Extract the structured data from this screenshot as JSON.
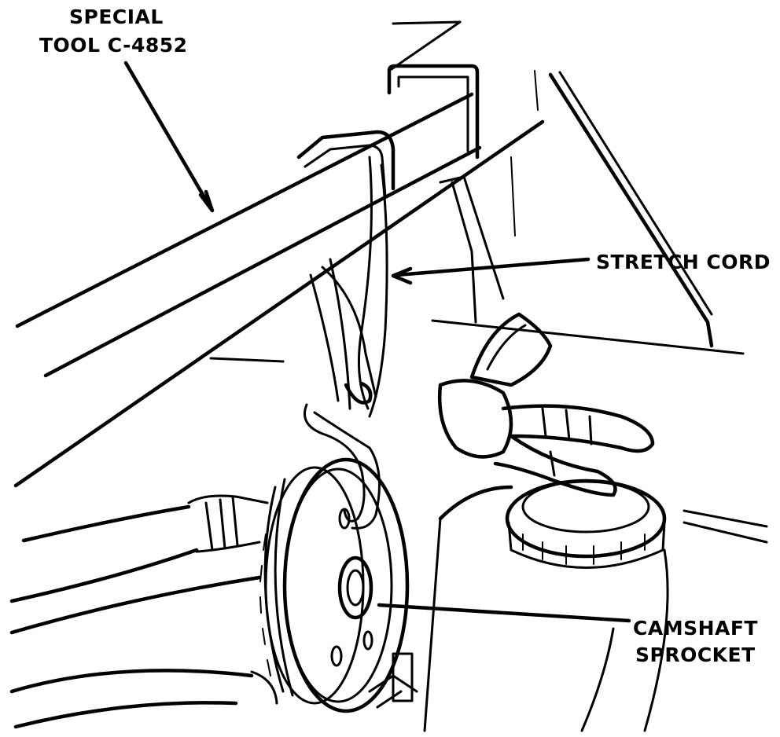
{
  "labels": {
    "special_tool_line1": "SPECIAL",
    "special_tool_line2": "TOOL C-4852",
    "stretch_cord": "STRETCH CORD",
    "camshaft_line1": "CAMSHAFT",
    "camshaft_line2": "SPROCKET"
  }
}
